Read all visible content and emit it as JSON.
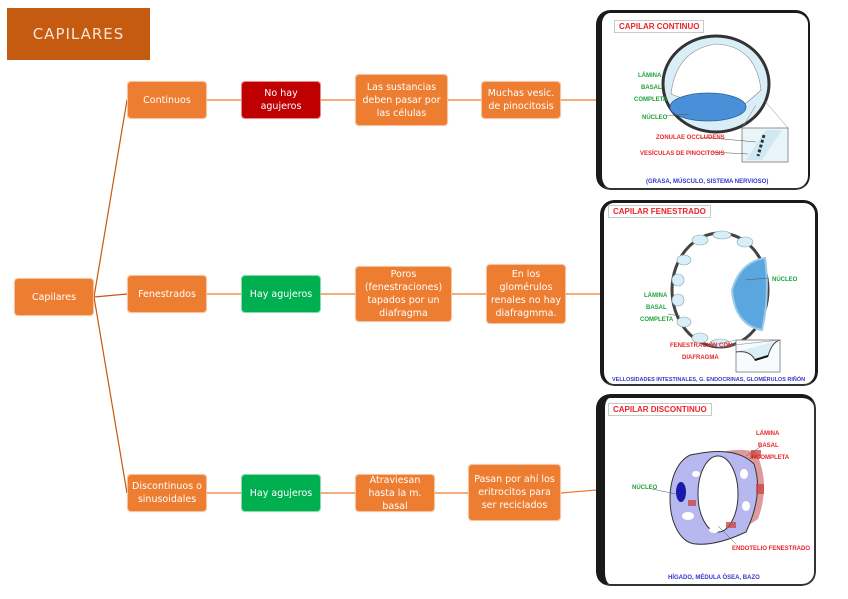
{
  "title": "CAPILARES",
  "colors": {
    "title_bg": "#c55a11",
    "node_orange": "#ed7d31",
    "node_red": "#c00000",
    "node_green": "#00b050",
    "connector": "#c55a11"
  },
  "root": {
    "label": "Capilares"
  },
  "branches": [
    {
      "type": "Continuos",
      "holes": "No hay agujeros",
      "holes_status": "red",
      "detail_1": "Las sustancias deben pasar por las células",
      "detail_2": "Muchas vesic. de pinocitosis",
      "figure": {
        "title": "CAPILAR CONTINUO",
        "labels": [
          "LÁMINA",
          "BASAL",
          "COMPLETA",
          "NÚCLEO",
          "ZONULAE OCCLUDENS",
          "VESÍCULAS DE PINOCITOSIS"
        ],
        "caption": "(GRASA, MÚSCULO, SISTEMA NERVIOSO)"
      }
    },
    {
      "type": "Fenestrados",
      "holes": "Hay agujeros",
      "holes_status": "green",
      "detail_1": "Poros (fenestraciones) tapados por un diafragma",
      "detail_2": "En los glomérulos renales no hay diafragmma.",
      "figure": {
        "title": "CAPILAR FENESTRADO",
        "labels": [
          "NÚCLEO",
          "LÁMINA",
          "BASAL",
          "COMPLETA",
          "FENESTRACIÓN CON",
          "DIAFRAGMA"
        ],
        "caption": "VELLOSIDADES INTESTINALES, G. ENDOCRINAS, GLOMÉRULOS RIÑÓN"
      }
    },
    {
      "type": "Discontinuos o sinusoidales",
      "holes": "Hay agujeros",
      "holes_status": "green",
      "detail_1": "Atraviesan hasta la m. basal",
      "detail_2": "Pasan por ahí los eritrocitos para ser reciclados",
      "figure": {
        "title": "CAPILAR DISCONTINUO",
        "labels": [
          "LÁMINA",
          "BASAL",
          "INCOMPLETA",
          "NÚCLEO",
          "ENDOTELIO FENESTRADO"
        ],
        "caption": "HÍGADO, MÉDULA ÓSEA, BAZO"
      }
    }
  ]
}
